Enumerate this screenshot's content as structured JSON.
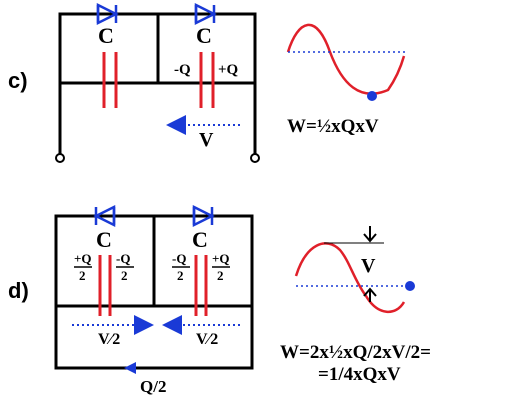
{
  "section_c": {
    "label": "c)",
    "cap_left_label": "C",
    "cap_right_label": "C",
    "charge_left": "-Q",
    "charge_right": "+Q",
    "voltage_label": "V",
    "energy_formula": "W=½xQxV"
  },
  "section_d": {
    "label": "d)",
    "cap_left_label": "C",
    "cap_right_label": "C",
    "charge_c1_left_num": "+Q",
    "charge_c1_left_den": "2",
    "charge_c1_right_num": "-Q",
    "charge_c1_right_den": "2",
    "charge_c2_left_num": "-Q",
    "charge_c2_left_den": "2",
    "charge_c2_right_num": "+Q",
    "charge_c2_right_den": "2",
    "voltage_left": "V⁄2",
    "voltage_right": "V⁄2",
    "charge_flow": "Q/2",
    "amplitude_label": "V",
    "energy_formula_line1": "W=2x½xQ/2xV/2=",
    "energy_formula_line2": "=1/4xQxV"
  },
  "colors": {
    "wire": "#000000",
    "capacitor": "#e0202a",
    "diode": "#1a3ad6",
    "wave": "#e0202a",
    "marker": "#1a3ad6",
    "arrow": "#1a3ad6"
  }
}
